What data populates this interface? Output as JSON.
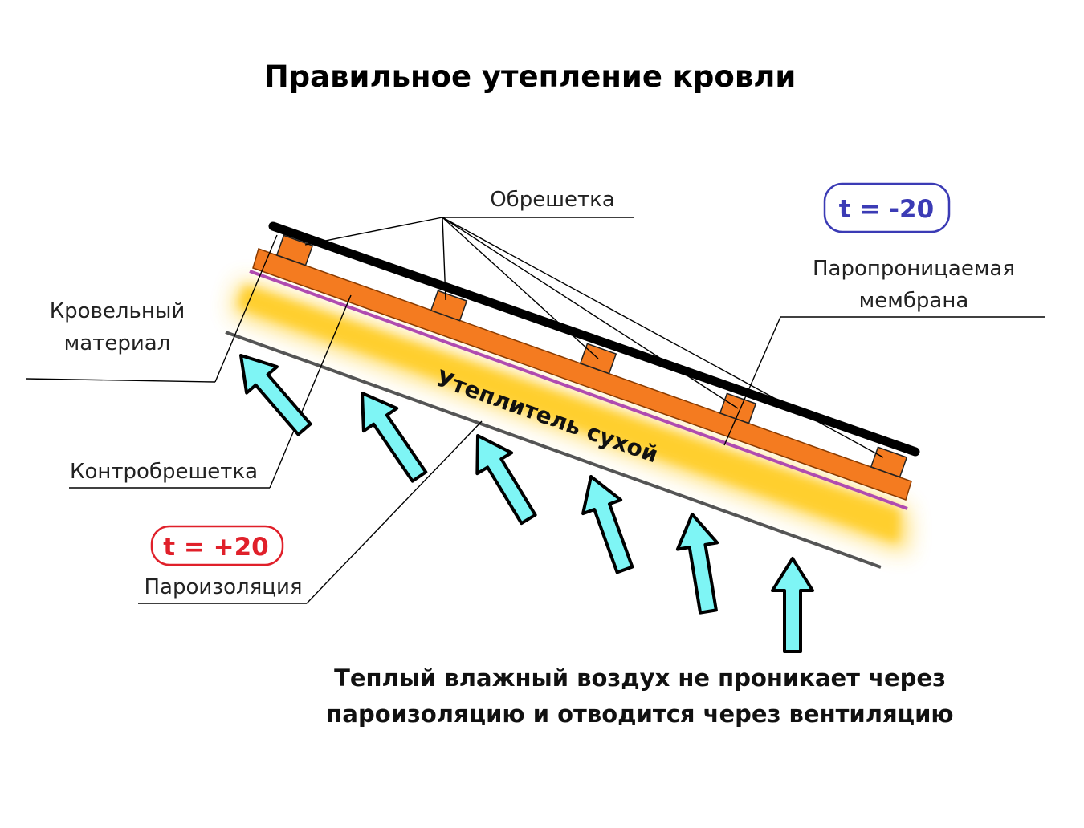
{
  "title": "Правильное утепление кровли",
  "labels": {
    "obreshetka": "Обрешетка",
    "membrane_line1": "Паропроницаемая",
    "membrane_line2": "мембрана",
    "roofing_line1": "Кровельный",
    "roofing_line2": "материал",
    "kontrobreshetka": "Контробрешетка",
    "paroizolyatsiya": "Пароизоляция",
    "insulation": "Утеплитель сухой"
  },
  "temperatures": {
    "outside": {
      "text": "t = -20",
      "color": "#3b3bb5"
    },
    "inside": {
      "text": "t =  +20",
      "color": "#e0202a"
    }
  },
  "caption": {
    "line1": "Теплый влажный воздух не проникает через",
    "line2": "пароизоляцию и отводится через вентиляцию"
  },
  "colors": {
    "roofing": "#000000",
    "battens": "#f47b20",
    "counter_batten": "#f47b20",
    "membrane": "#b04bb0",
    "insulation": "#ffcf2e",
    "vapor_barrier": "#555555",
    "arrows": "#7ef5f5"
  },
  "icons": {
    "air_flow": "arrow-up-icon"
  }
}
